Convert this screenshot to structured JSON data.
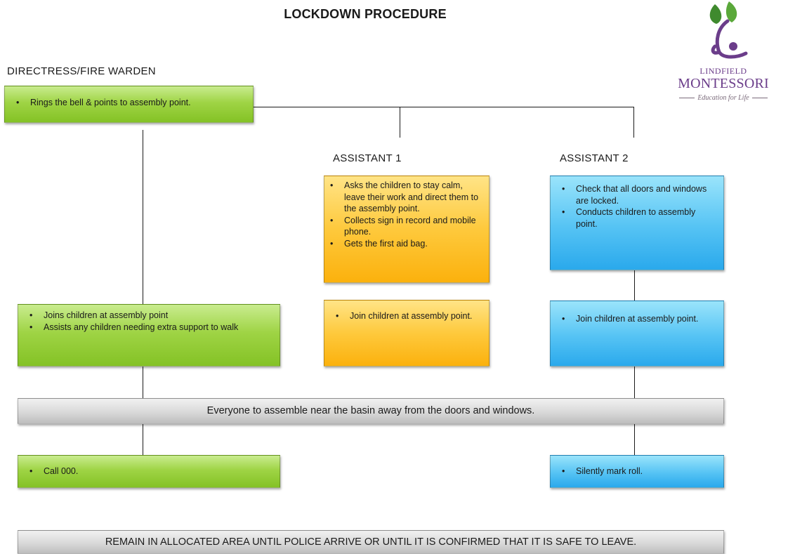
{
  "title": "LOCKDOWN PROCEDURE",
  "logo": {
    "line1": "LINDFIELD",
    "line2": "MONTESSORI",
    "tagline": "Education for Life",
    "colors": {
      "purple": "#6b3d8a",
      "leaf": "#3f8a2e"
    }
  },
  "roles": {
    "directress": "DIRECTRESS/FIRE WARDEN",
    "assistant1": "ASSISTANT 1",
    "assistant2": "ASSISTANT 2"
  },
  "directress_boxes": {
    "top": [
      "Rings the bell & points to assembly point."
    ],
    "middle": [
      "Joins children at assembly point",
      "Assists any children needing extra support to walk"
    ],
    "bottom": [
      "Call 000."
    ]
  },
  "assistant1_boxes": {
    "top": [
      "Asks the children to stay calm, leave their work and direct them to the assembly point.",
      "Collects sign in record and mobile phone.",
      "Gets the first aid bag."
    ],
    "middle": [
      "Join children at assembly point."
    ]
  },
  "assistant2_boxes": {
    "top": [
      "Check that all doors and windows are locked.",
      "Conducts children to assembly point."
    ],
    "middle": [
      "Join children at assembly point."
    ],
    "bottom": [
      "Silently mark roll."
    ]
  },
  "banners": {
    "assemble": "Everyone to assemble near the basin away from the doors and windows.",
    "remain": "REMAIN IN ALLOCATED AREA UNTIL POLICE ARRIVE OR UNTIL IT IS CONFIRMED THAT IT IS SAFE TO LEAVE."
  },
  "colors": {
    "green": "#9fd445",
    "orange": "#fec93c",
    "blue": "#55c3f4",
    "grey": "#d9d9d9"
  }
}
